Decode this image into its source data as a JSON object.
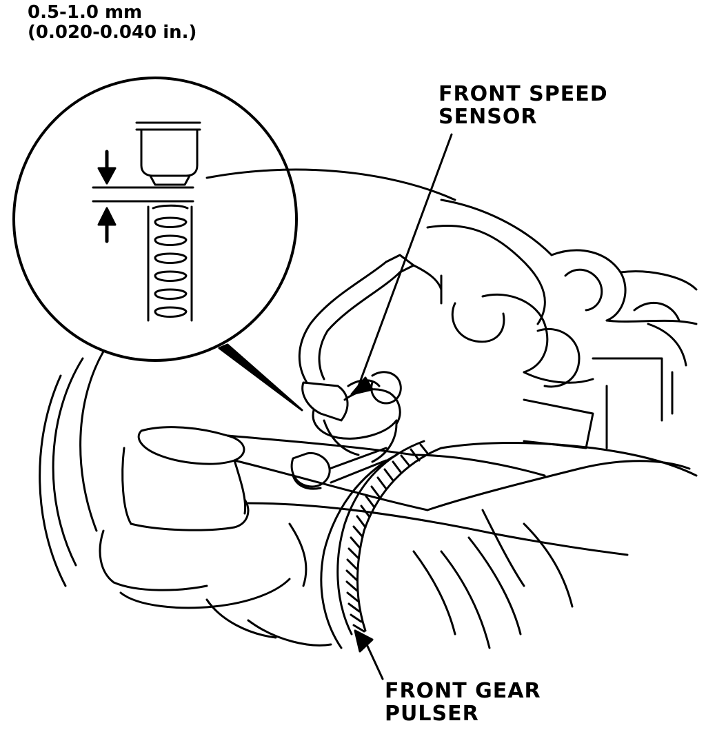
{
  "labels": {
    "gap_spec_line1": "0.5-1.0 mm",
    "gap_spec_line2": "(0.020-0.040 in.)",
    "sensor_line1": "FRONT SPEED",
    "sensor_line2": "SENSOR",
    "pulser_line1": "FRONT GEAR",
    "pulser_line2": "PULSER"
  },
  "colors": {
    "ink": "#000000",
    "paper": "#ffffff"
  }
}
